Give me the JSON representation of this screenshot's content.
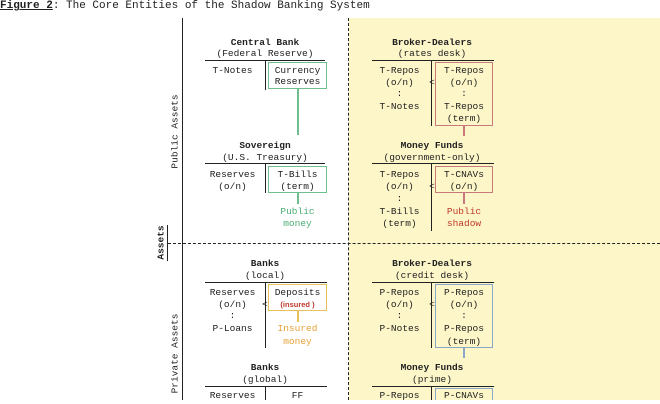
{
  "figure": {
    "label": "Figure 2",
    "caption": ": The Core Entities of the Shadow Banking System"
  },
  "axis": {
    "main": "Assets",
    "public": "Public Assets",
    "private": "Private Assets"
  },
  "colors": {
    "public_money": "#4caf76",
    "public_shadow": "#c0392b",
    "private_money": "#e6a23c",
    "private_shadow": "#8aa7c8",
    "shadow_bg": "#fdf6c8"
  },
  "central_bank": {
    "name": "Central Bank",
    "sub": "(Federal Reserve)",
    "left1": "T-Notes",
    "right1": "Currency",
    "right2": "Reserves"
  },
  "sovereign": {
    "name": "Sovereign",
    "sub": "(U.S. Treasury)",
    "left1": "Reserves",
    "left2": "(o/n)",
    "right1": "T-Bills",
    "right2": "(term)",
    "below1": "Public",
    "below2": "money"
  },
  "bd_rates": {
    "name": "Broker-Dealers",
    "sub": "(rates desk)",
    "left1": "T-Repos",
    "left2": "(o/n)",
    "dots": ":",
    "left3": "T-Notes",
    "arrow": "<",
    "right1": "T-Repos",
    "right2": "(o/n)",
    "right_dots": ":",
    "right3": "T-Repos",
    "right4": "(term)"
  },
  "mf_gov": {
    "name": "Money Funds",
    "sub": "(government-only)",
    "left1": "T-Repos",
    "left2": "(o/n)",
    "dots": ":",
    "left3": "T-Bills",
    "left4": "(term)",
    "arrow": "<",
    "right1": "T-CNAVs",
    "right2": "(o/n)",
    "below1": "Public",
    "below2": "shadow"
  },
  "banks_local": {
    "name": "Banks",
    "sub": "(local)",
    "left1": "Reserves",
    "left2": "(o/n)",
    "dots": ":",
    "left3": "P-Loans",
    "arrow": "<",
    "right1": "Deposits",
    "right2": "(insured )",
    "below1": "Insured",
    "below2": "money"
  },
  "bd_credit": {
    "name": "Broker-Dealers",
    "sub": "(credit desk)",
    "left1": "P-Repos",
    "left2": "(o/n)",
    "dots": ":",
    "left3": "P-Notes",
    "arrow": "<",
    "right1": "P-Repos",
    "right2": "(o/n)",
    "right_dots": ":",
    "right3": "P-Repos",
    "right4": "(term)"
  },
  "banks_global": {
    "name": "Banks",
    "sub": "(global)",
    "left1": "Reserves",
    "right1": "FF"
  },
  "mf_prime": {
    "name": "Money Funds",
    "sub": "(prime)",
    "left1": "P-Repos",
    "right1": "P-CNAVs"
  }
}
